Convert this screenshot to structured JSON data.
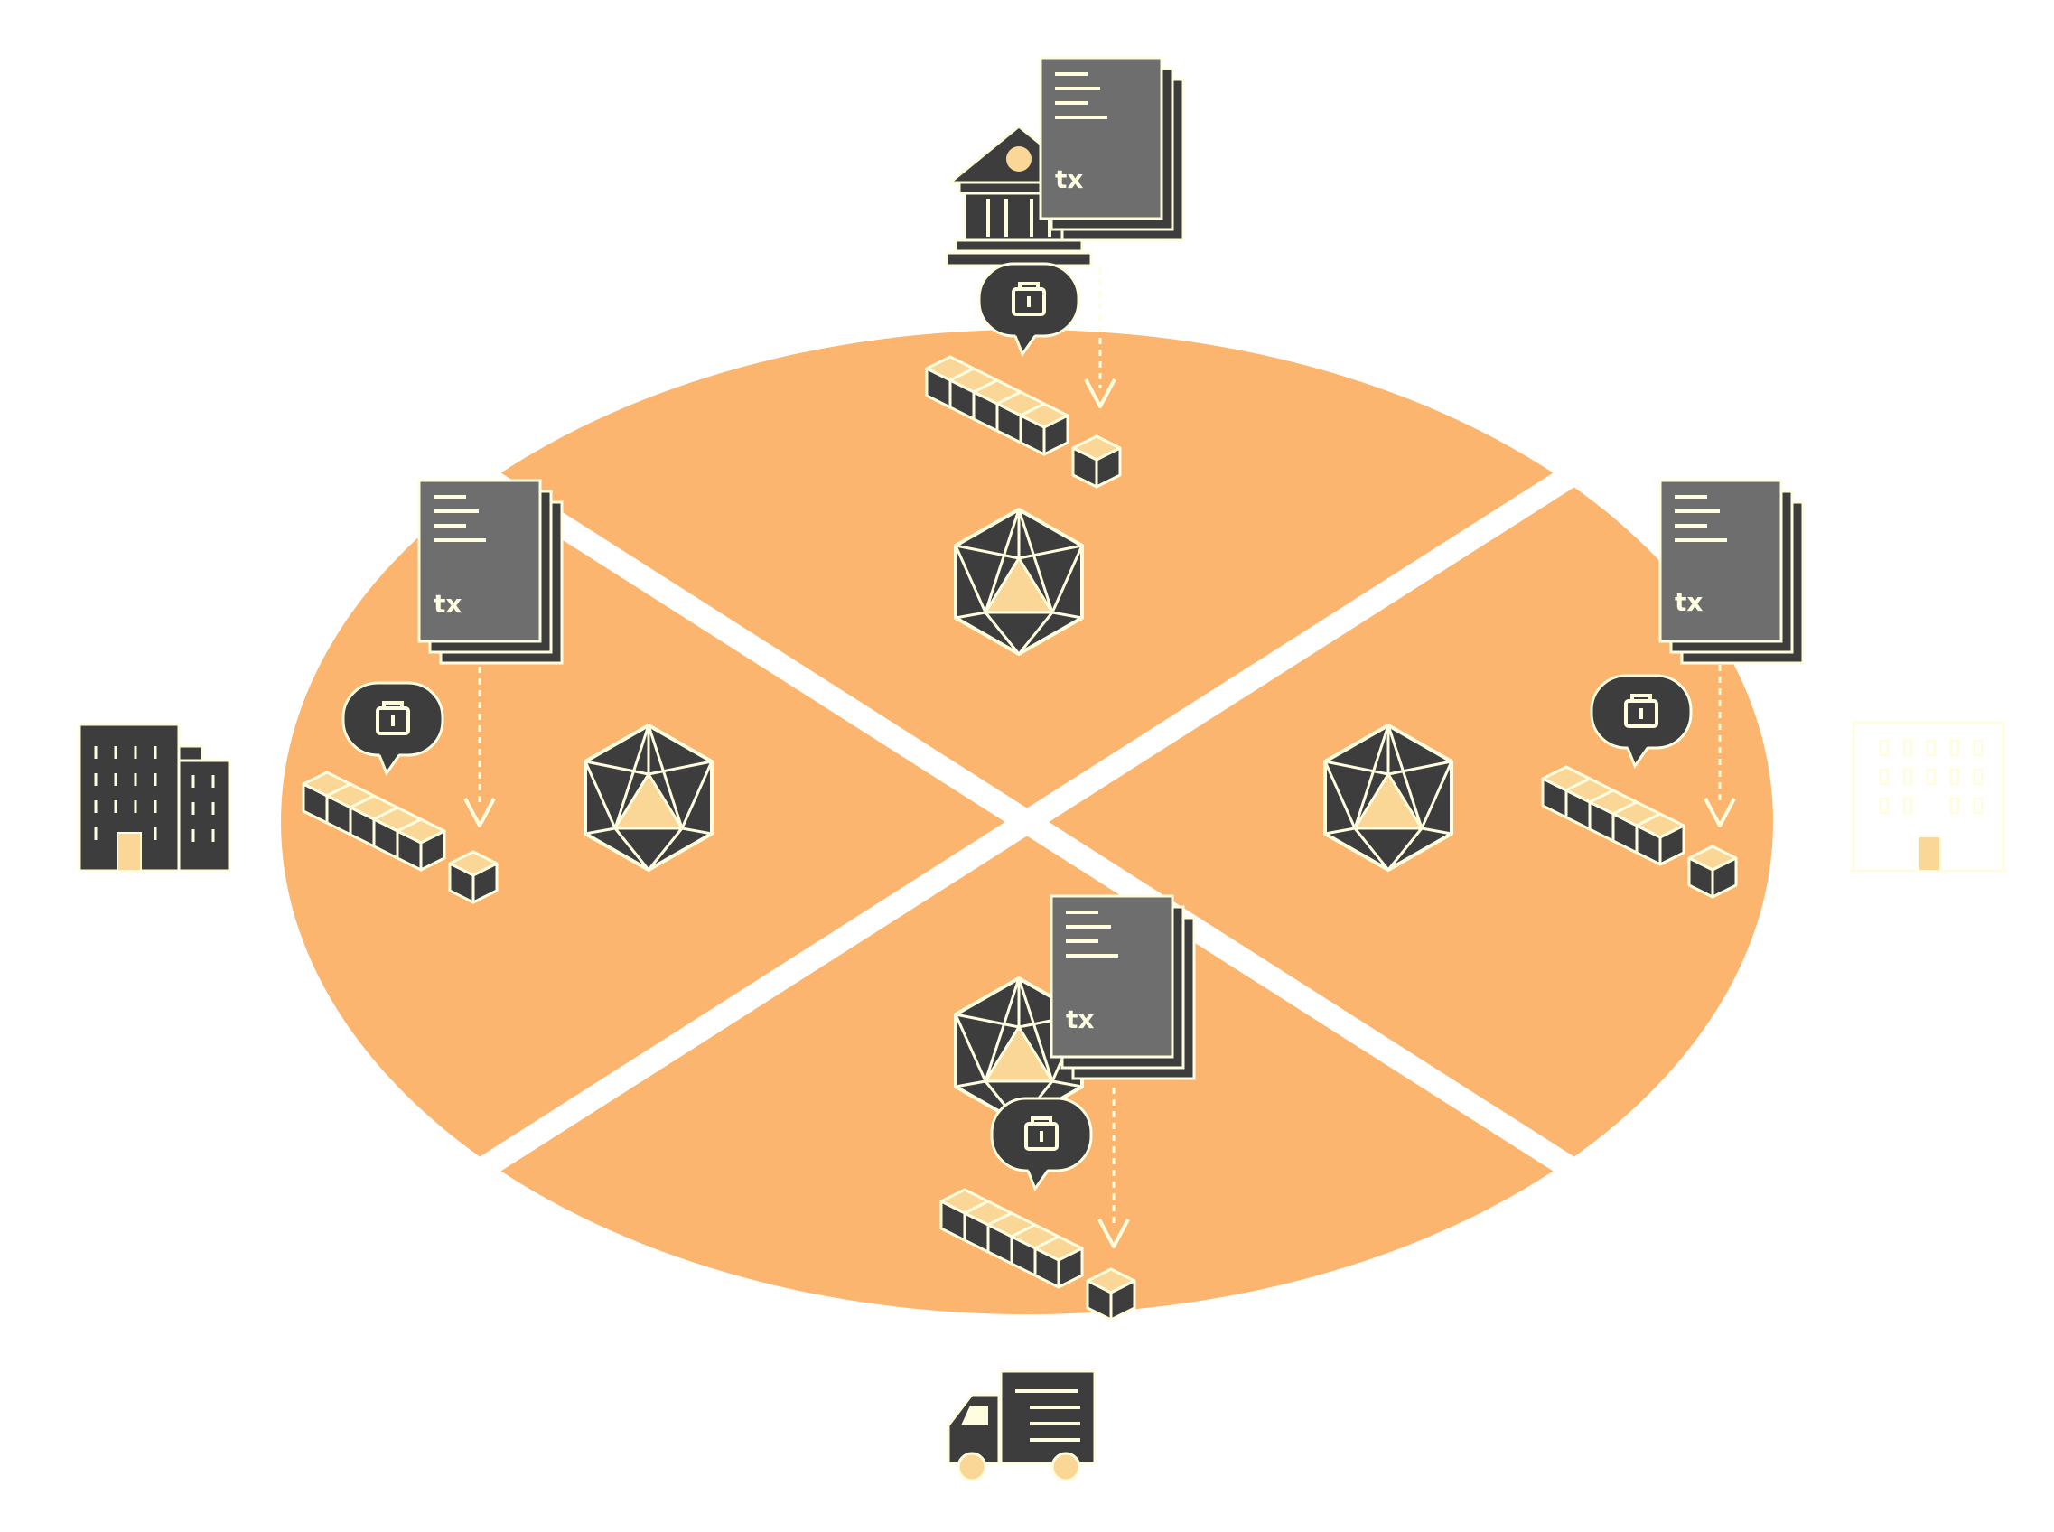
{
  "colors": {
    "disc": "#FBB56E",
    "dark": "#3D3D3D",
    "doc": "#6E6E6E",
    "cream": "#FFFDE0",
    "light": "#FBD797",
    "bg": "#FFFFFF"
  },
  "nodes": [
    {
      "id": "top",
      "participant_icon": "bank-icon",
      "doc_label": "tx"
    },
    {
      "id": "left",
      "participant_icon": "office-building-icon",
      "doc_label": "tx"
    },
    {
      "id": "right",
      "participant_icon": "office-building-outline-icon",
      "doc_label": "tx"
    },
    {
      "id": "bottom",
      "participant_icon": "delivery-truck-icon",
      "doc_label": "tx"
    }
  ]
}
